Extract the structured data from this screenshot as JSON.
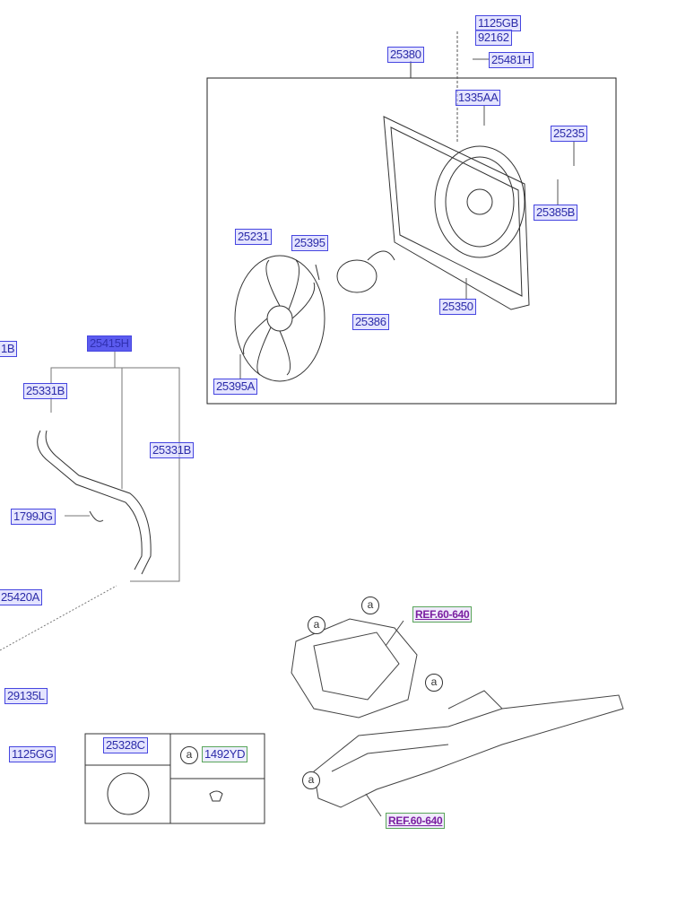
{
  "labels": {
    "p1125GB": "1125GB",
    "p92162": "92162",
    "p25380": "25380",
    "p25481H": "25481H",
    "p1335AA": "1335AA",
    "p25235": "25235",
    "p25385B": "25385B",
    "p25231": "25231",
    "p25395": "25395",
    "p25386": "25386",
    "p25350": "25350",
    "p25395A": "25395A",
    "p25415H": "25415H",
    "p25331B_edge": "1B",
    "p25331B_a": "25331B",
    "p25331B_b": "25331B",
    "p1799JG": "1799JG",
    "p25420A": "25420A",
    "p29135L": "29135L",
    "p1125GG": "1125GG",
    "p25328C": "25328C",
    "p1492YD": "1492YD",
    "ref_top": "REF.60-640",
    "ref_bottom": "REF.60-640"
  },
  "callout": "a",
  "colors": {
    "label_border": "#4646e0",
    "label_fill": "#cdcdff",
    "highlight": "#5b5bef",
    "ref_text": "#7a1fa0",
    "ref_border": "#5aa65a"
  }
}
